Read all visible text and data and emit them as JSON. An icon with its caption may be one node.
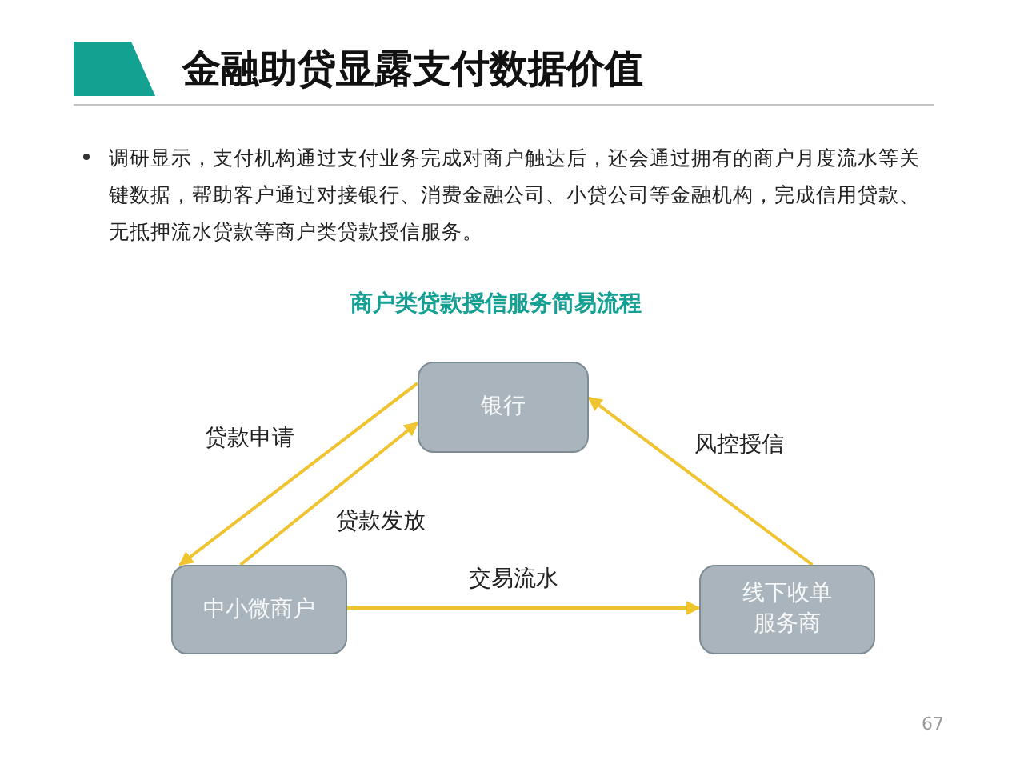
{
  "diagram": {
    "title": "金融助贷显露支付数据价值",
    "nodes": [
      {
        "text": [
          "银行"
        ]
      },
      {
        "text": [
          "中小微商户"
        ]
      },
      {
        "text": [
          "线下收单服务商"
        ]
      }
    ],
    "edges": [
      {
        "from": 0,
        "to": 1,
        "arrow": "to",
        "label": "贷款申请"
      },
      {
        "from": 1,
        "to": 0,
        "arrow": "to",
        "label": "贷款发放"
      },
      {
        "from": 1,
        "to": 2,
        "arrow": "to",
        "label": "交易流水"
      },
      {
        "from": 2,
        "to": 0,
        "arrow": "to",
        "label": "风控授信"
      }
    ],
    "labels": [
      "调研显示，支付机构通过支付业务完成对商户触达后，还会通过拥有的商户月度流水等关键数据，帮助客户通过对接银行、消费金融公司、小贷公司等金融机构，完成信用贷款、无抵押流水贷款等商户类贷款授信服务。",
      "商户类贷款授信服务简易流程",
      "67"
    ]
  }
}
